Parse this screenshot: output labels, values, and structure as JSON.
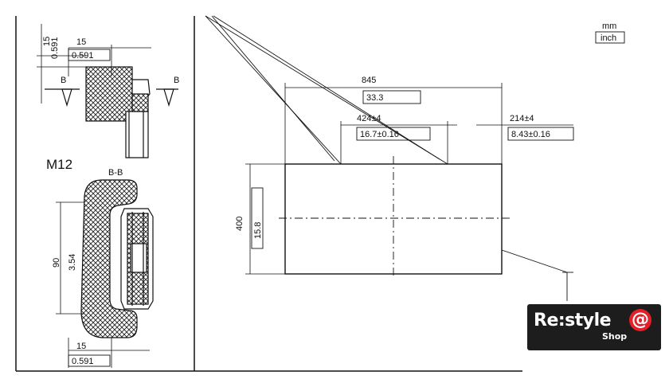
{
  "units": {
    "metric": "mm",
    "imperial": "inch"
  },
  "left_view": {
    "top_dim_metric": "15",
    "top_dim_imperial": "0.591",
    "upper_width_metric": "15",
    "upper_width_imperial": "0.591",
    "section_marker": "B",
    "model_label": "M12",
    "cut_marker": "B-B",
    "height_metric": "90",
    "height_imperial": "3.54",
    "lower_width_metric": "15",
    "lower_width_imperial": "0.591"
  },
  "main_view": {
    "overall_width_metric": "845",
    "overall_width_imperial": "33.3",
    "middle_dim_metric": "424±4",
    "middle_dim_imperial": "16.7±0.16",
    "right_dim_metric": "214±4",
    "right_dim_imperial": "8.43±0.16",
    "height_metric": "400",
    "height_imperial": "15.8"
  },
  "logo": {
    "brand": "Re:style",
    "sub": "Shop",
    "symbol": "@",
    "bg_color": "#1d1d1d",
    "accent_color": "#e3202a"
  }
}
